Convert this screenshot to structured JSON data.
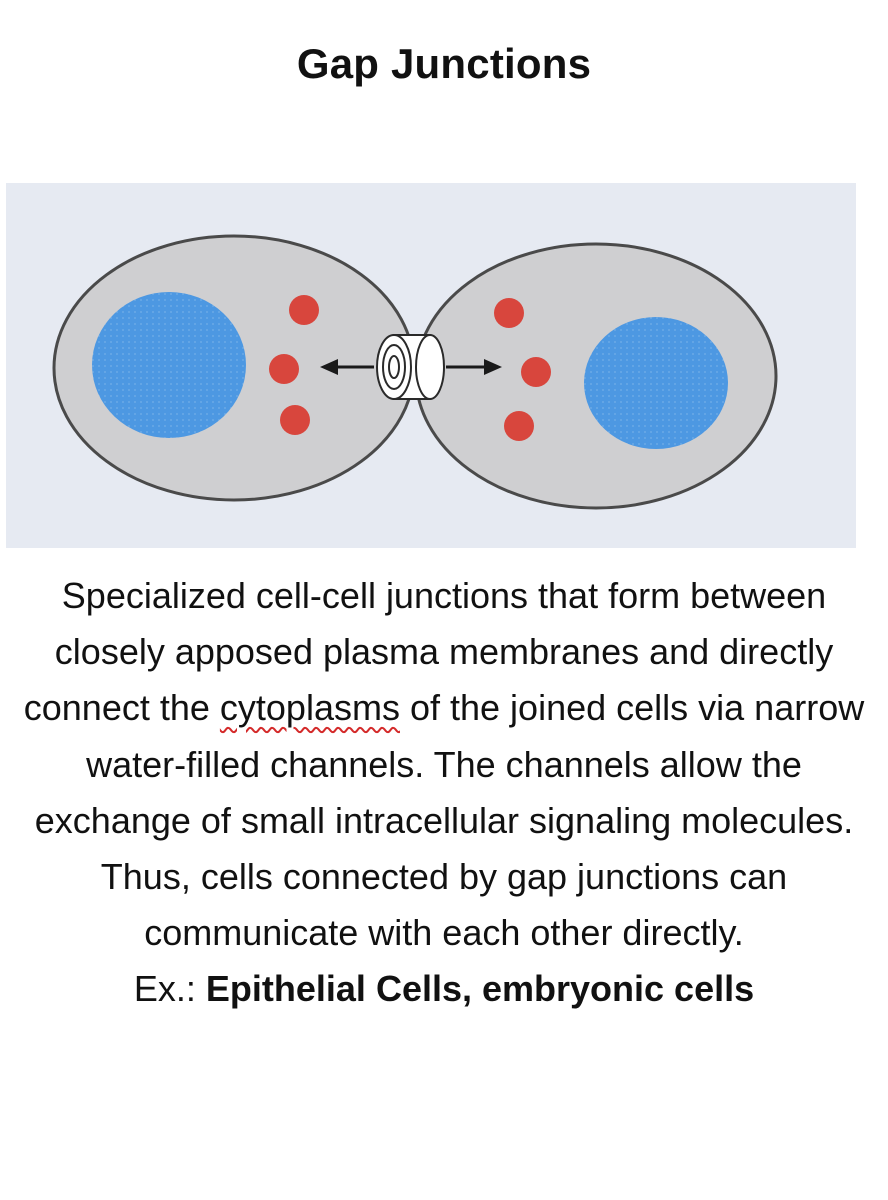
{
  "title": "Gap Junctions",
  "description": {
    "lead_word": "Specialized cell-cell junctions that form between closely apposed plasma membranes and directly connect the",
    "highlighted_word": "cytoplasms",
    "tail": "of the joined cells via narrow water-filled channels. The channels allow the exchange of small intracellular signaling molecules. Thus, cells connected by gap junctions can communicate with each other directly."
  },
  "example": {
    "prefix": "Ex.:",
    "values": "Epithelial Cells, embryonic cells"
  },
  "colors": {
    "background_panel": "#e6eaf2",
    "cell_fill": "#cfcfd1",
    "cell_outline": "#4a4a4a",
    "nucleus": "#4d98e2",
    "signaling_molecule": "#d8463d",
    "arrow": "#1a1a1a"
  },
  "icons": {
    "left_arrow": "arrow-left-icon",
    "right_arrow": "arrow-right-icon",
    "channel": "gap-junction-channel-icon"
  }
}
